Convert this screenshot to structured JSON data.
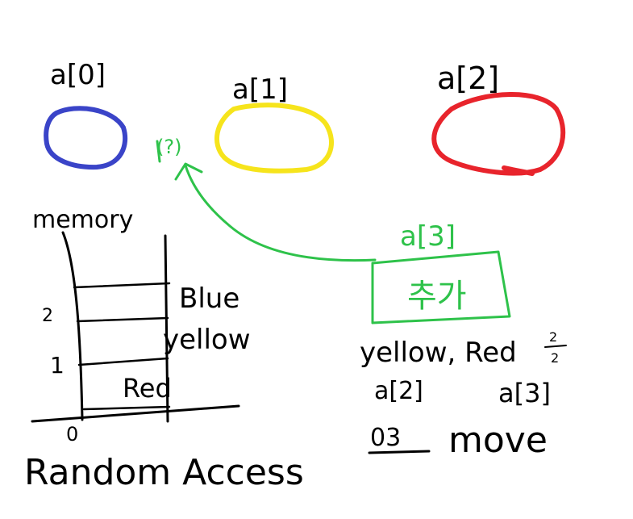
{
  "colors": {
    "blue": "#3a44c8",
    "yellow": "#f6e41c",
    "red": "#e8242c",
    "green": "#2ec24a",
    "ink": "#000000",
    "background": "#ffffff"
  },
  "array_labels": [
    "a[0]",
    "a[1]",
    "a[2]"
  ],
  "unknown_mark": "(?)",
  "memory": {
    "title": "memory",
    "cells": [
      "Blue",
      "yellow",
      "Red"
    ],
    "indices": [
      "2",
      "1",
      "0"
    ]
  },
  "new_element": {
    "label": "a[3]",
    "box_text": "추가"
  },
  "notes": {
    "line1": "yellow, Red",
    "fraction_num": "2",
    "fraction_den": "2",
    "line2_left": "a[2]",
    "line2_right": "a[3]",
    "move_prefix": "03",
    "move_word": "move"
  },
  "caption": "Random Access"
}
